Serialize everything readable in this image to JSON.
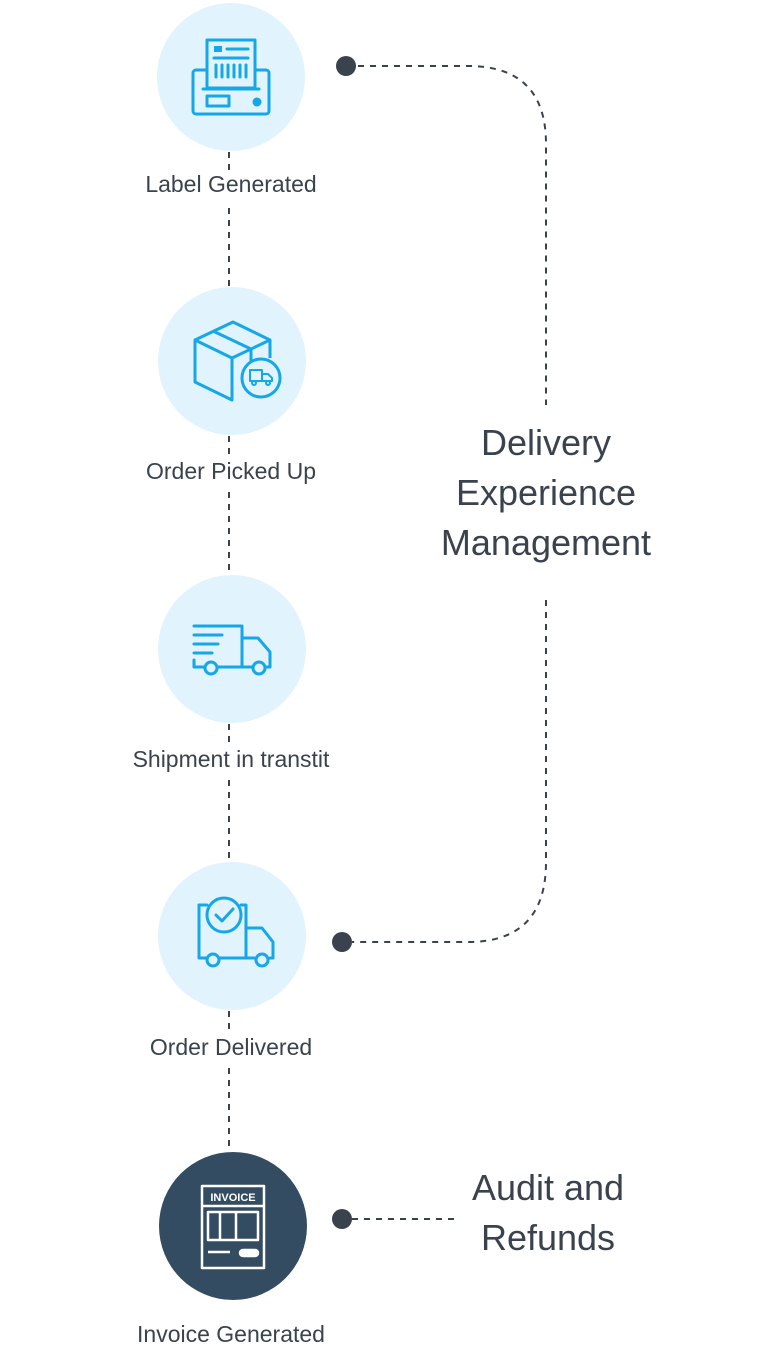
{
  "steps": [
    {
      "label": "Label Generated",
      "icon": "label-printer-icon",
      "dark": false
    },
    {
      "label": "Order Picked Up",
      "icon": "package-box-icon",
      "dark": false
    },
    {
      "label": "Shipment in transtit",
      "icon": "delivery-truck-icon",
      "dark": false
    },
    {
      "label": "Order Delivered",
      "icon": "truck-check-icon",
      "dark": false
    },
    {
      "label": "Invoice Generated",
      "icon": "invoice-icon",
      "dark": true,
      "icon_text": "INVOICE"
    }
  ],
  "groups": {
    "delivery": {
      "line1": "Delivery",
      "line2": "Experience",
      "line3": "Management"
    },
    "audit": {
      "line1": "Audit and",
      "line2": "Refunds"
    }
  },
  "colors": {
    "circle_light": "#e1f3fc",
    "circle_dark": "#344c61",
    "icon_blue": "#16a7e9",
    "text": "#3a434d",
    "connector": "#3a434d"
  }
}
